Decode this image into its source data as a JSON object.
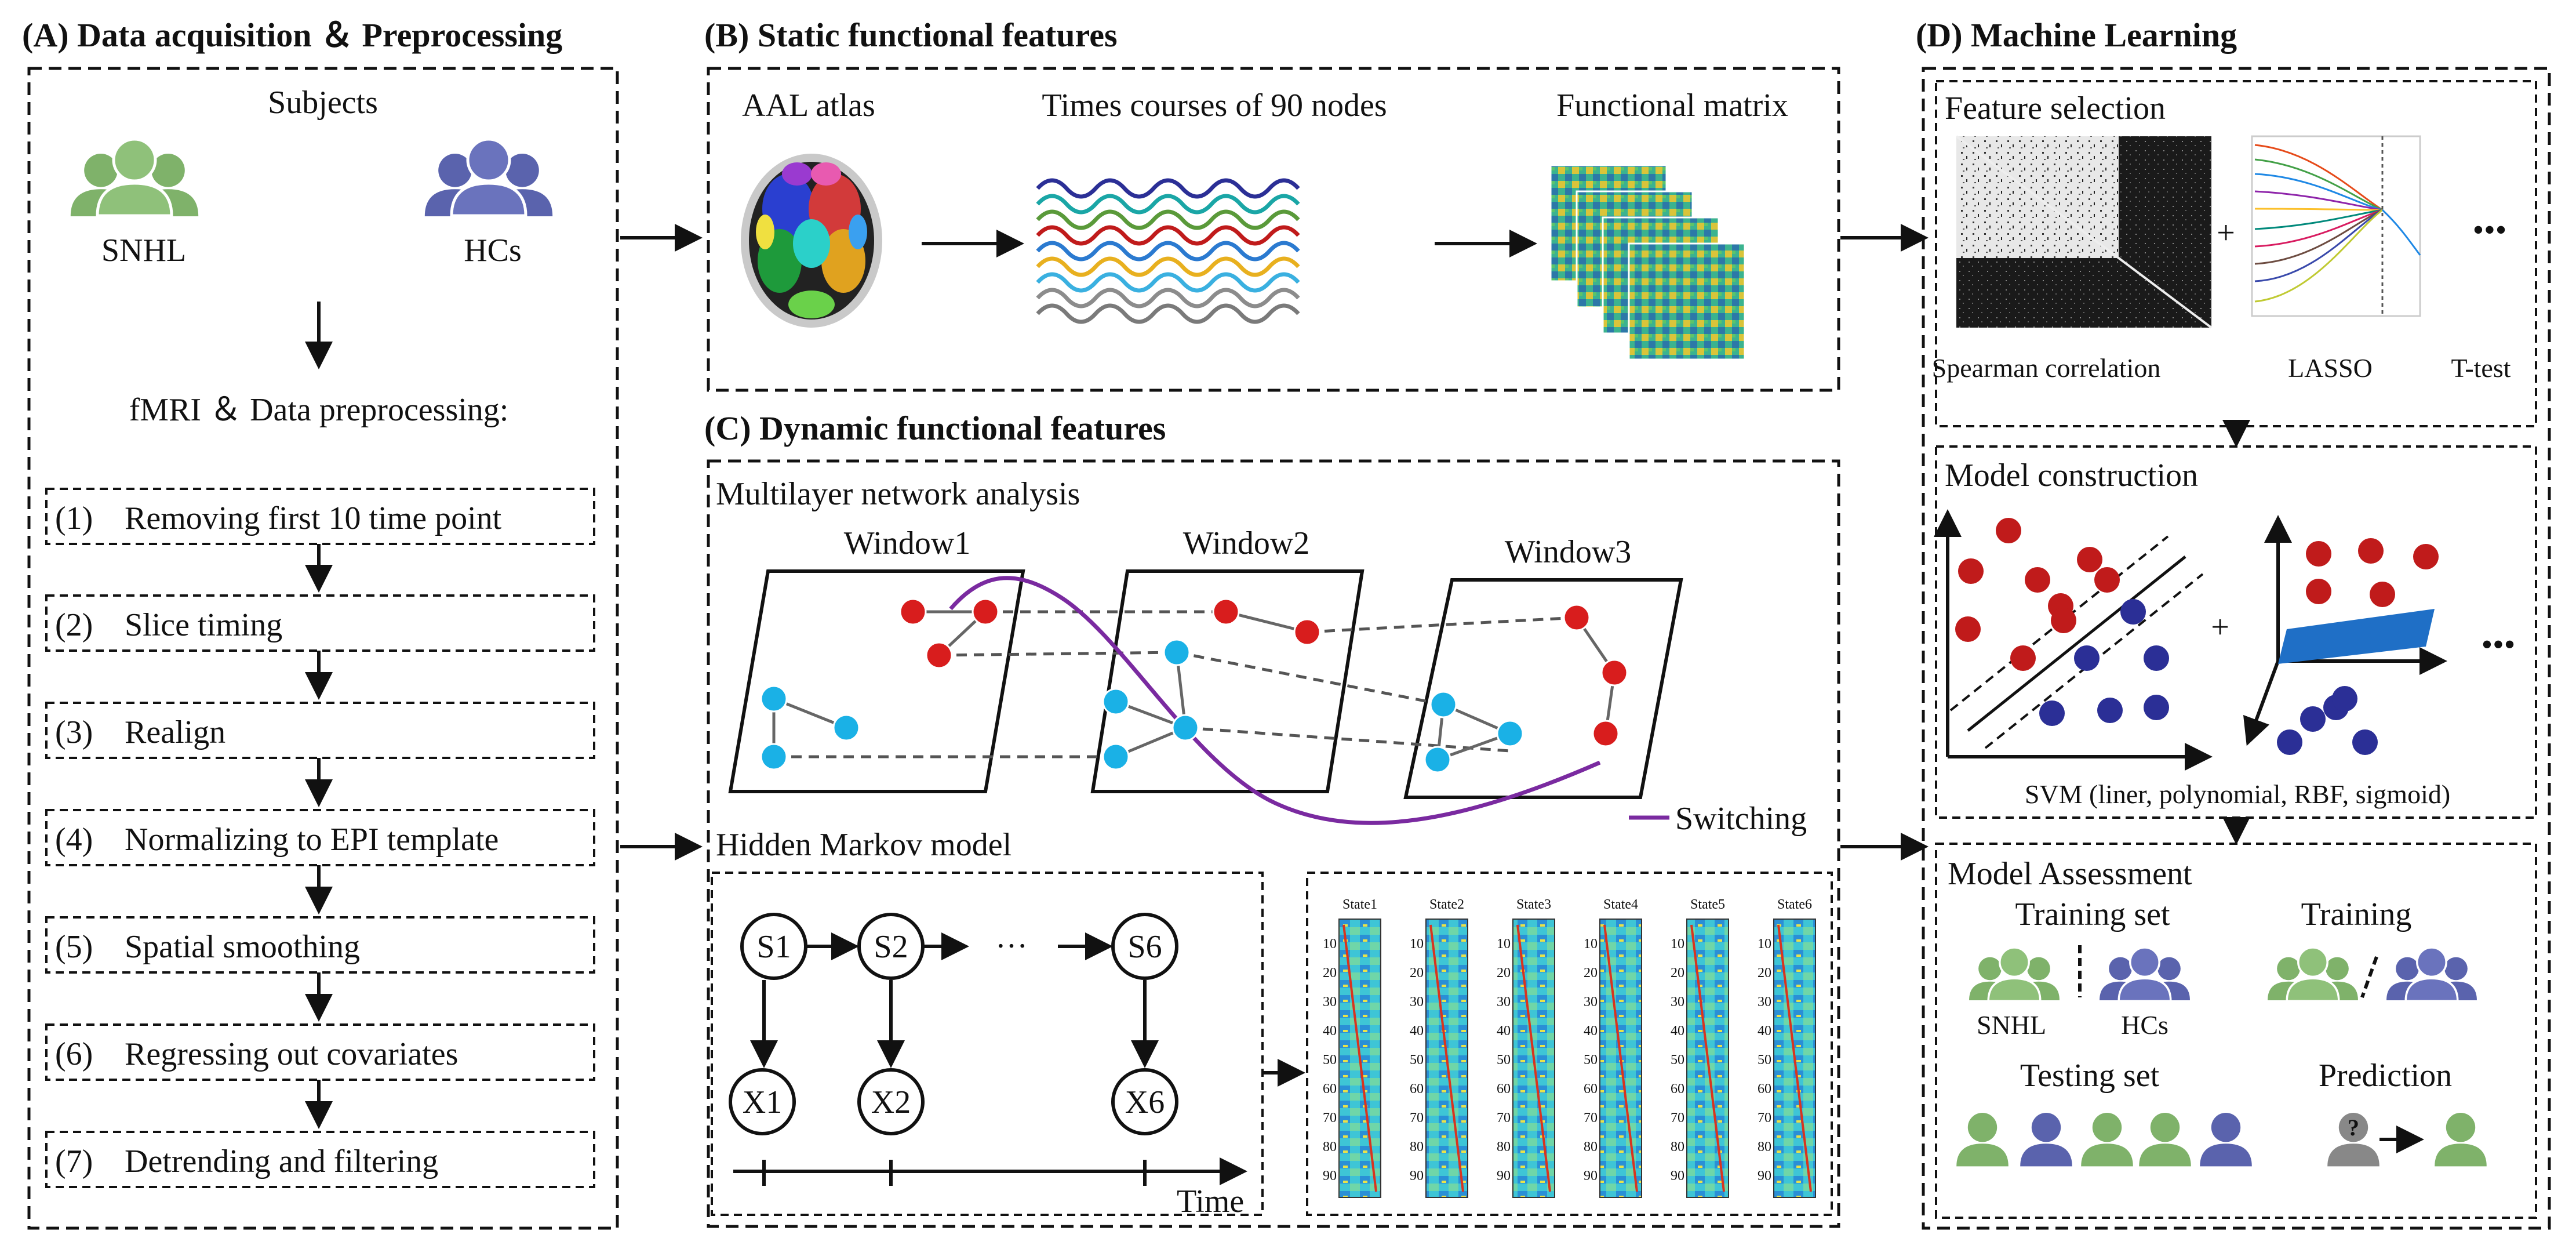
{
  "panelA": {
    "title": "(A) Data acquisition ＆ Preprocessing",
    "subjects": "Subjects",
    "group1": "SNHL",
    "group2": "HCs",
    "fmri_label": "fMRI ＆ Data preprocessing:",
    "steps": [
      {
        "num": "(1)",
        "text": "Removing first 10 time point"
      },
      {
        "num": "(2)",
        "text": "Slice timing"
      },
      {
        "num": "(3)",
        "text": "Realign"
      },
      {
        "num": "(4)",
        "text": "Normalizing to EPI template"
      },
      {
        "num": "(5)",
        "text": "Spatial smoothing"
      },
      {
        "num": "(6)",
        "text": "Regressing out covariates"
      },
      {
        "num": "(7)",
        "text": "Detrending and filtering"
      }
    ]
  },
  "panelB": {
    "title": "(B) Static functional features",
    "atlas": "AAL atlas",
    "timecourses": "Times courses of 90 nodes",
    "matrix": "Functional matrix"
  },
  "panelC": {
    "title": "(C) Dynamic functional features",
    "multilayer": "Multilayer network analysis",
    "windows": [
      "Window1",
      "Window2",
      "Window3"
    ],
    "switching": "Switching",
    "hmm": "Hidden Markov model",
    "states_top": [
      "S1",
      "S2",
      "S6"
    ],
    "states_bottom": [
      "X1",
      "X2",
      "X6"
    ],
    "ellipsis": "···",
    "time": "Time",
    "state_titles": [
      "State1",
      "State2",
      "State3",
      "State4",
      "State5",
      "State6"
    ],
    "state_ticks": [
      "10",
      "20",
      "30",
      "40",
      "50",
      "60",
      "70",
      "80",
      "90"
    ]
  },
  "panelD": {
    "title": "(D) Machine Learning",
    "feature_selection": "Feature  selection",
    "plus": "+",
    "dots": "•••",
    "methods": [
      "Spearman correlation",
      "LASSO",
      "T-test"
    ],
    "model_construction": "Model construction",
    "svm": "SVM (liner, polynomial, RBF, sigmoid)",
    "model_assessment": "Model Assessment",
    "training_set": "Training set",
    "training": "Training",
    "snhl": "SNHL",
    "hcs": "HCs",
    "testing_set": "Testing set",
    "prediction": "Prediction",
    "question": "?"
  },
  "colors": {
    "green": "#7fb26a",
    "purple": "#5a63ad",
    "red": "#d81d1d",
    "cyan": "#1ab1e6",
    "switch": "#7a2aa0",
    "navy": "#2b2f96",
    "darkred": "#c01b1b",
    "blue": "#1f6fc6"
  }
}
